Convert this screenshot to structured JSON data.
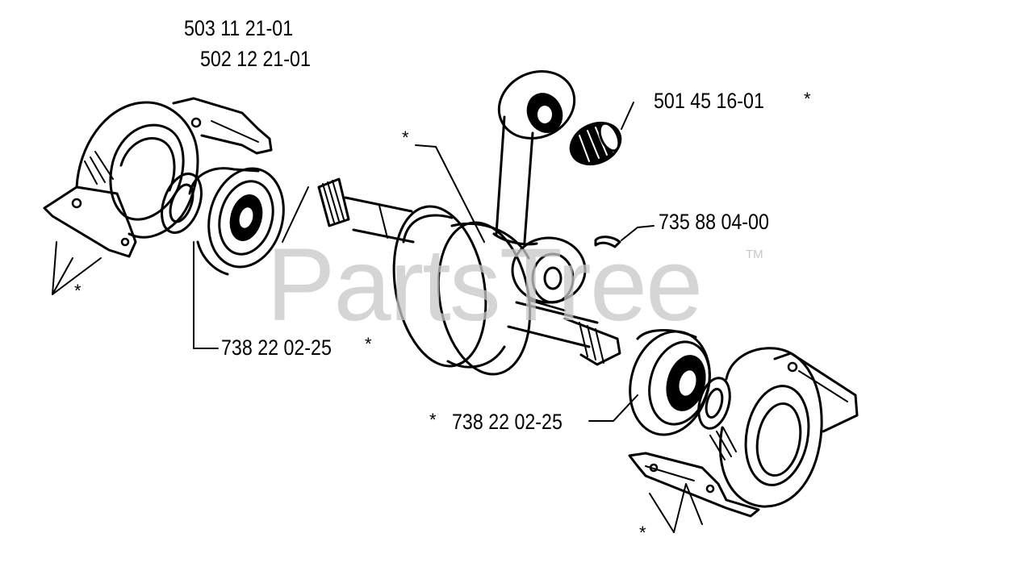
{
  "diagram": {
    "watermark": "PartsTree",
    "trademark": "TM",
    "labels": {
      "housing_left_1": "503 11 21-01",
      "housing_left_2": "502 12 21-01",
      "needle_bearing": "501 45 16-01",
      "key": "735 88 04-00",
      "bearing_left": "738 22 02-25",
      "bearing_right": "738 22 02-25"
    },
    "asterisk": "*"
  }
}
